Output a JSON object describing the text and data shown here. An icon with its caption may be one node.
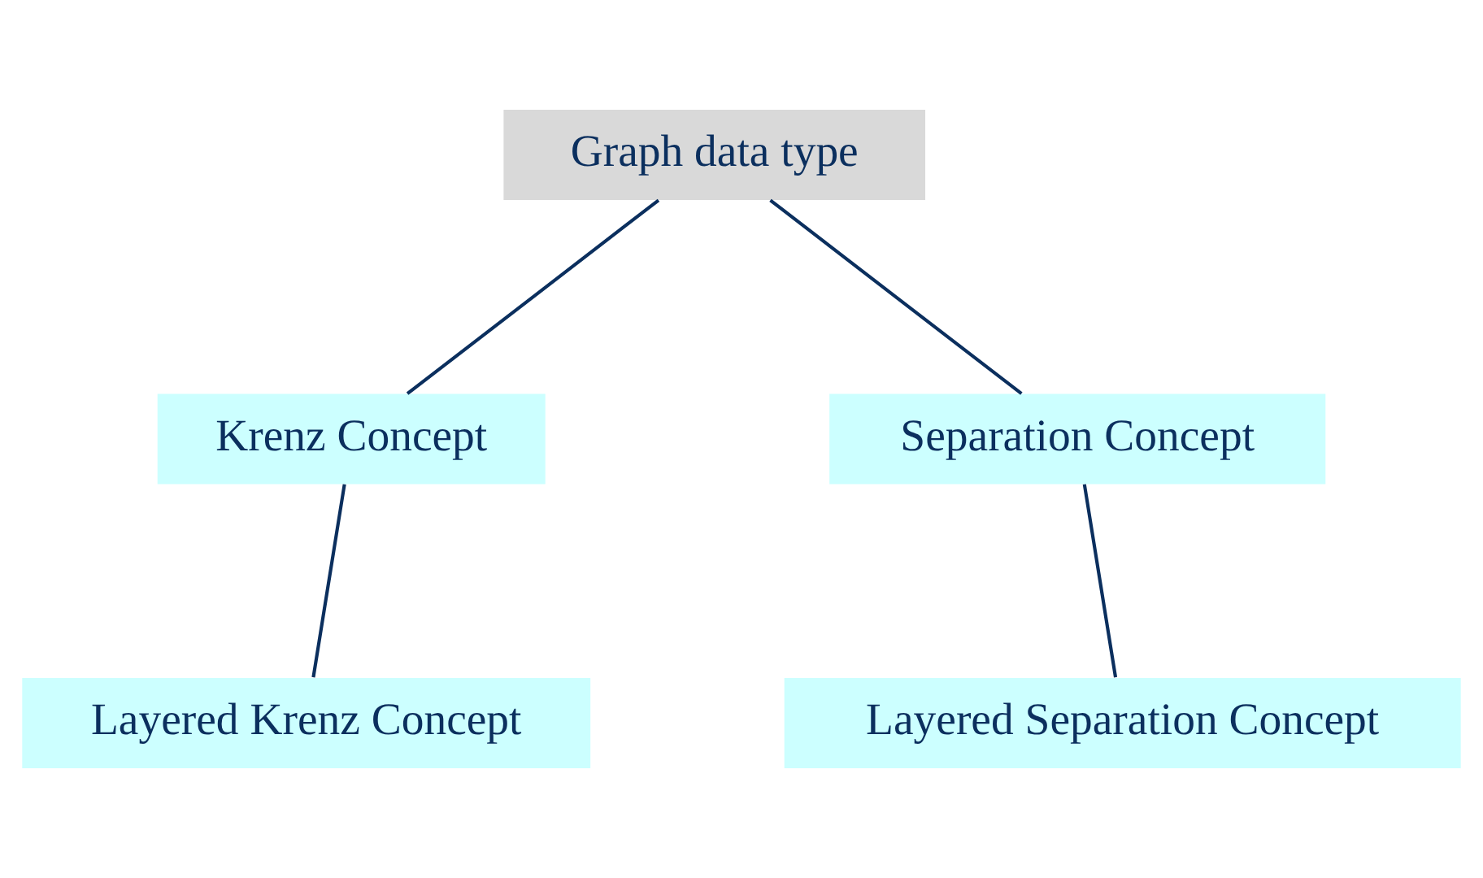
{
  "diagram": {
    "nodes": [
      {
        "text": [
          "Graph data type"
        ]
      },
      {
        "text": [
          "Krenz Concept"
        ]
      },
      {
        "text": [
          "Separation Concept"
        ]
      },
      {
        "text": [
          "Layered Krenz Concept"
        ]
      },
      {
        "text": [
          "Layered Separation Concept"
        ]
      }
    ],
    "edges": [
      {
        "from": 0,
        "to": 1,
        "arrow": "none"
      },
      {
        "from": 0,
        "to": 2,
        "arrow": "none"
      },
      {
        "from": 1,
        "to": 3,
        "arrow": "none"
      },
      {
        "from": 2,
        "to": 4,
        "arrow": "none"
      }
    ]
  }
}
